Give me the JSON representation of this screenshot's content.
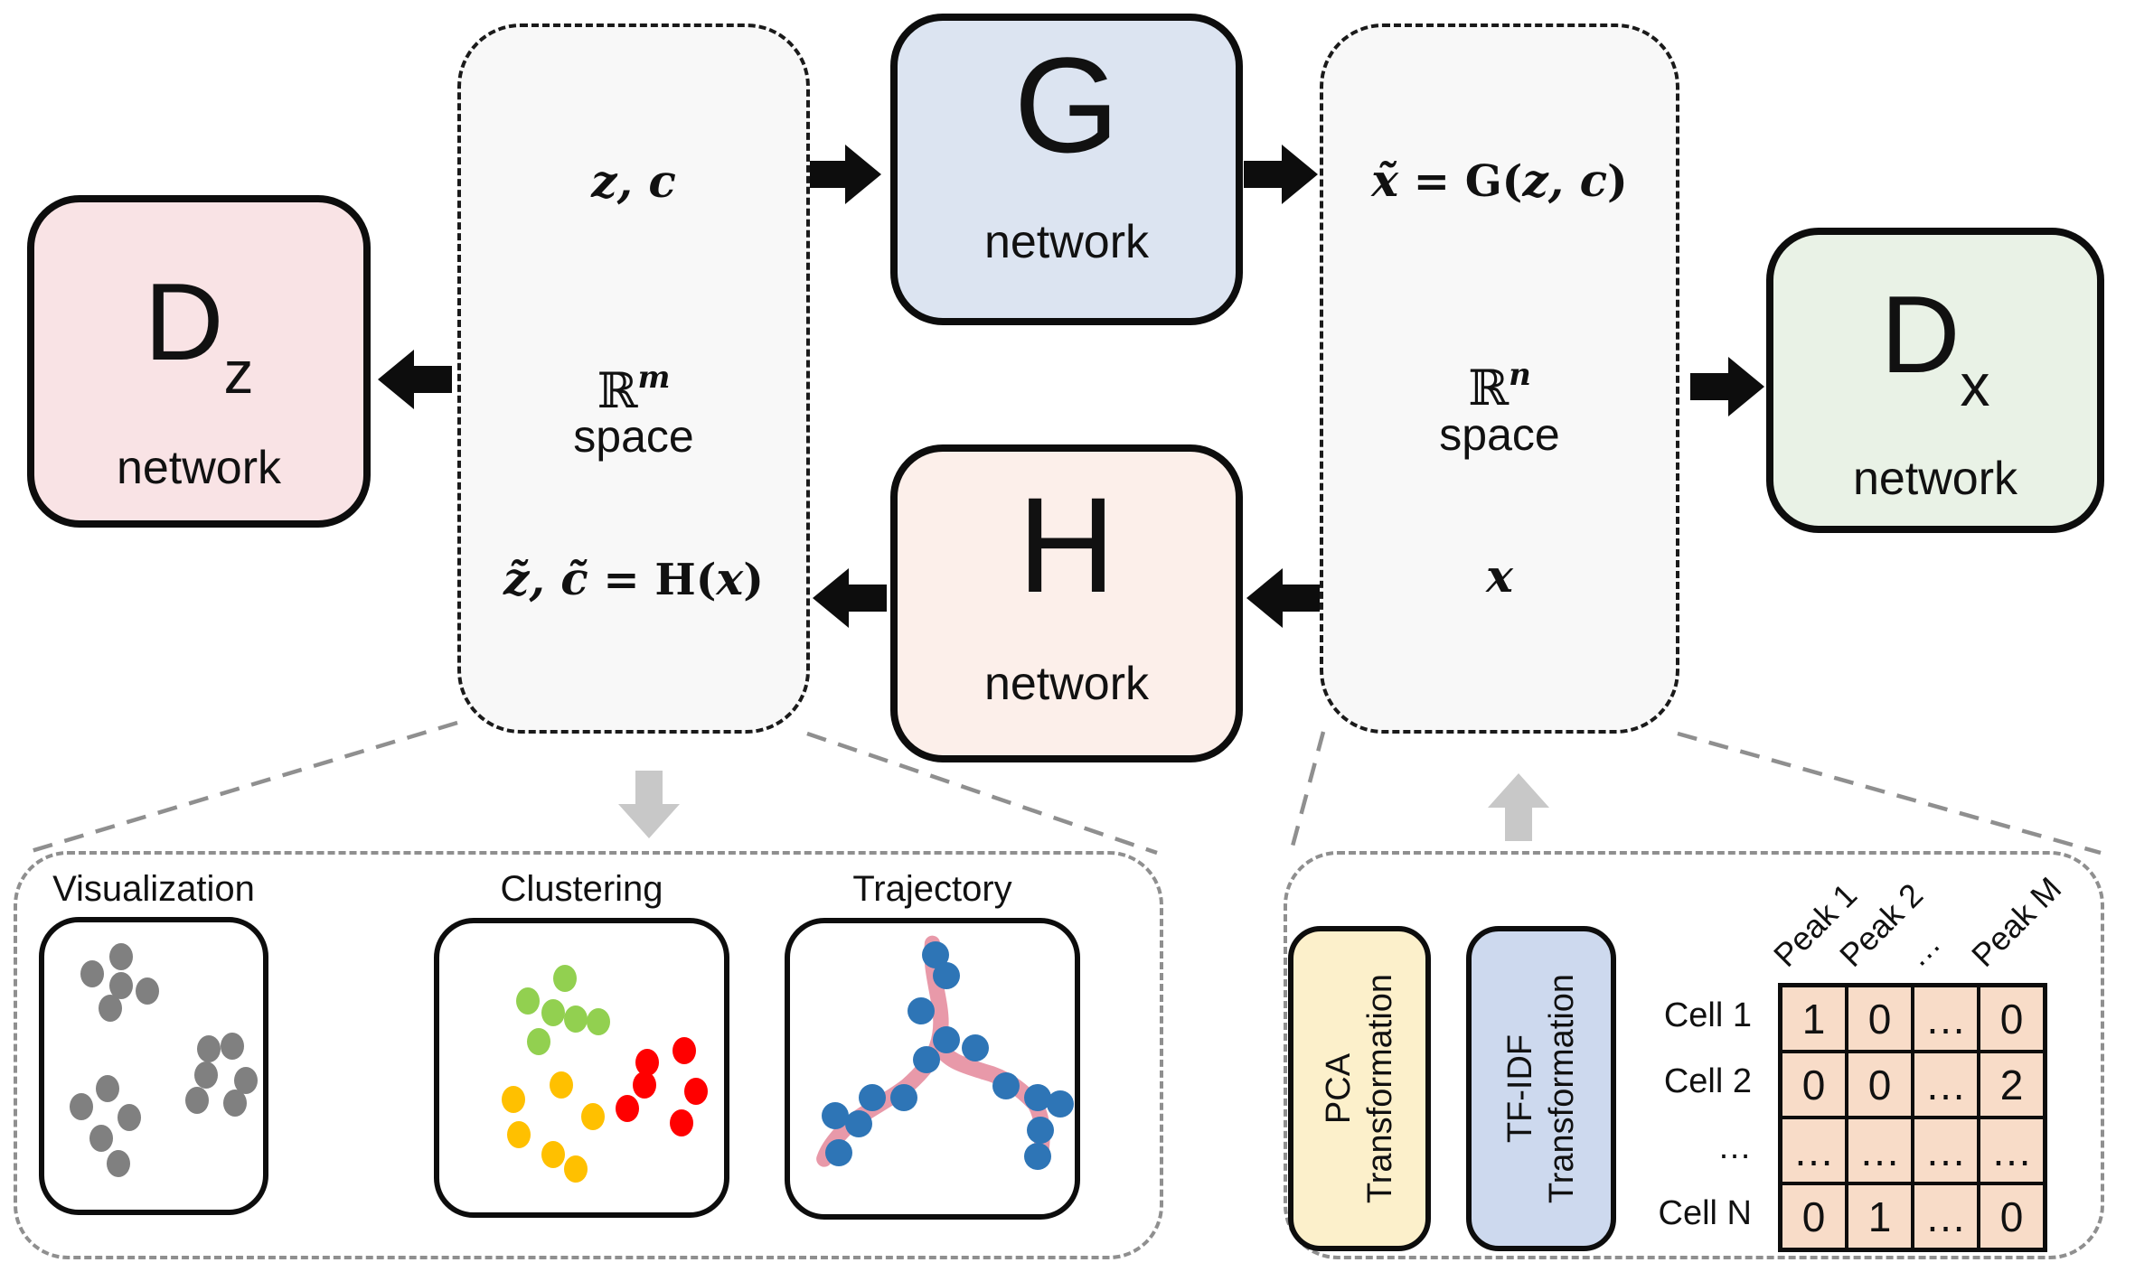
{
  "figure": {
    "boxes": {
      "dz": {
        "letter": "D",
        "sub": "z",
        "label": "network",
        "bg": "#F9E3E5"
      },
      "g": {
        "letter": "G",
        "label": "network",
        "bg": "#DCE4F1"
      },
      "h": {
        "letter": "H",
        "label": "network",
        "bg": "#FCEFEA"
      },
      "dx": {
        "letter": "D",
        "sub": "x",
        "label": "network",
        "bg": "#E9F2E6"
      }
    },
    "m_space": {
      "vars": "z, c",
      "set_symbol": "ℝ",
      "set_sup": "m",
      "set_word": "space",
      "formula_lhs": "z̃, c̃",
      "formula_op": " = H(",
      "formula_arg": "x",
      "formula_close": ")",
      "bg": "#F8F8F8"
    },
    "n_space": {
      "formula_lhs": "x̃",
      "formula_op": " = G(",
      "formula_args": "z, c",
      "formula_close": ")",
      "set_symbol": "ℝ",
      "set_sup": "n",
      "set_word": "space",
      "var": "x",
      "bg": "#F8F8F8"
    }
  },
  "analysis": {
    "panels": [
      {
        "label": "Visualization",
        "groups": [
          {
            "color": "#808080",
            "w": 26,
            "h": 30,
            "dots": [
              [
                35,
                12
              ],
              [
                22,
                18
              ],
              [
                35,
                22
              ],
              [
                47,
                24
              ],
              [
                30,
                30
              ],
              [
                75,
                44
              ],
              [
                86,
                43
              ],
              [
                74,
                53
              ],
              [
                92,
                55
              ],
              [
                70,
                62
              ],
              [
                87,
                63
              ],
              [
                29,
                58
              ],
              [
                17,
                64
              ],
              [
                39,
                68
              ],
              [
                26,
                75
              ],
              [
                34,
                84
              ]
            ]
          }
        ]
      },
      {
        "label": "Clustering",
        "groups": [
          {
            "color": "#92D050",
            "w": 26,
            "h": 30,
            "dots": [
              [
                44,
                19
              ],
              [
                31,
                27
              ],
              [
                40,
                31
              ],
              [
                48,
                33
              ],
              [
                56,
                34
              ],
              [
                35,
                41
              ]
            ]
          },
          {
            "color": "#FF0000",
            "w": 26,
            "h": 30,
            "dots": [
              [
                73,
                48
              ],
              [
                86,
                44
              ],
              [
                72,
                56
              ],
              [
                90,
                58
              ],
              [
                66,
                64
              ],
              [
                85,
                69
              ]
            ]
          },
          {
            "color": "#FFC000",
            "w": 26,
            "h": 30,
            "dots": [
              [
                26,
                61
              ],
              [
                43,
                56
              ],
              [
                54,
                67
              ],
              [
                28,
                73
              ],
              [
                48,
                85
              ],
              [
                40,
                80
              ]
            ]
          }
        ]
      },
      {
        "label": "Trajectory",
        "curve_color": "#E899A9",
        "groups": [
          {
            "color": "#2E75B6",
            "w": 30,
            "h": 30,
            "dots": [
              [
                51,
                11
              ],
              [
                55,
                18
              ],
              [
                46,
                30
              ],
              [
                55,
                40
              ],
              [
                65,
                43
              ],
              [
                48,
                47
              ],
              [
                29,
                60
              ],
              [
                40,
                60
              ],
              [
                16,
                66
              ],
              [
                24,
                69
              ],
              [
                17,
                79
              ],
              [
                76,
                56
              ],
              [
                87,
                60
              ],
              [
                95,
                62
              ],
              [
                88,
                71
              ],
              [
                87,
                80
              ]
            ]
          }
        ]
      }
    ]
  },
  "preprocess": {
    "pca": {
      "line1": "PCA",
      "line2": "Transformation",
      "bg": "#FCF0CB"
    },
    "tfidf": {
      "line1": "TF-IDF",
      "line2": "Transformation",
      "bg": "#CDD9EE"
    },
    "matrix": {
      "cell_bg": "#F8DCC8",
      "col_headers": [
        "Peak 1",
        "Peak 2",
        "…",
        "Peak M"
      ],
      "row_headers": [
        "Cell 1",
        "Cell 2",
        "…",
        "Cell N"
      ],
      "values": [
        [
          "1",
          "0",
          "…",
          "0"
        ],
        [
          "0",
          "0",
          "…",
          "2"
        ],
        [
          "…",
          "…",
          "…",
          "…"
        ],
        [
          "0",
          "1",
          "…",
          "0"
        ]
      ]
    }
  },
  "colors": {
    "arrow_black": "#0d0d0d",
    "arrow_gray": "#c8c8c8",
    "guide_gray": "#8f8f8f"
  }
}
